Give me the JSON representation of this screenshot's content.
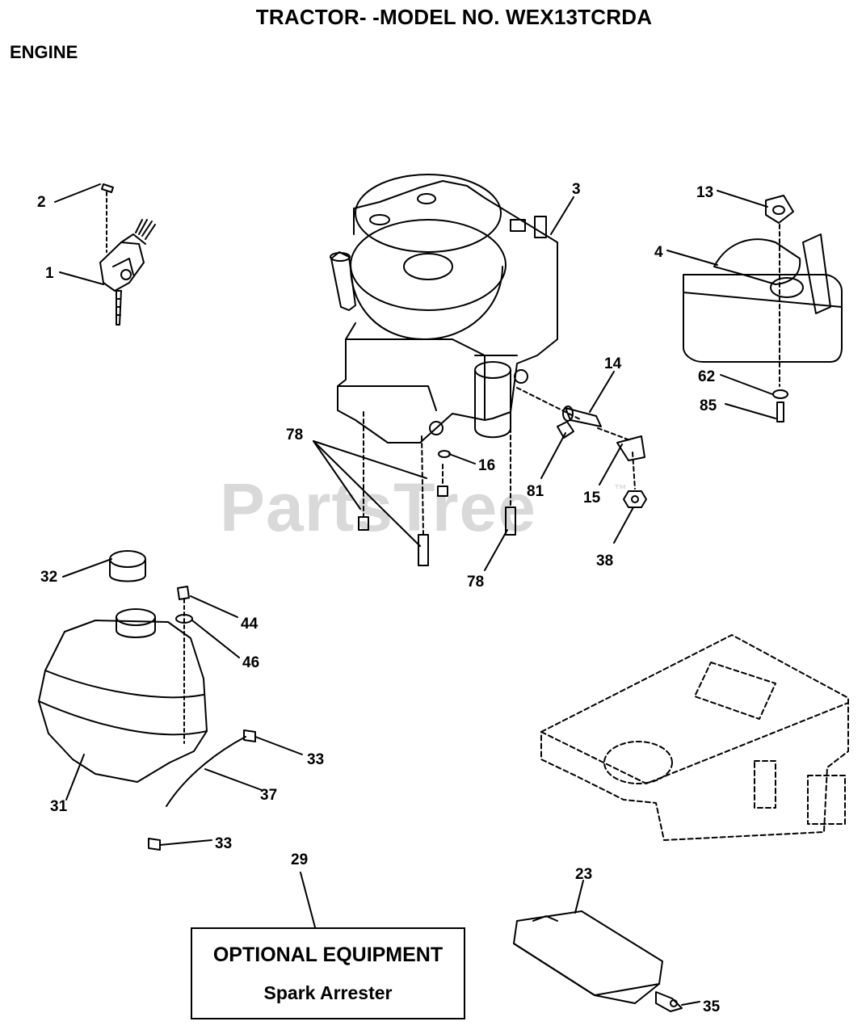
{
  "header": {
    "title": "TRACTOR- -MODEL NO. WEX13TCRDA",
    "section": "ENGINE"
  },
  "watermark": {
    "text": "PartsTree",
    "trademark": "™"
  },
  "optional_box": {
    "line1": "OPTIONAL EQUIPMENT",
    "line2": "Spark Arrester"
  },
  "callouts": [
    "2",
    "1",
    "3",
    "13",
    "4",
    "14",
    "62",
    "85",
    "78",
    "16",
    "81",
    "15",
    "38",
    "78",
    "32",
    "44",
    "46",
    "33",
    "37",
    "31",
    "33",
    "29",
    "23",
    "35"
  ]
}
